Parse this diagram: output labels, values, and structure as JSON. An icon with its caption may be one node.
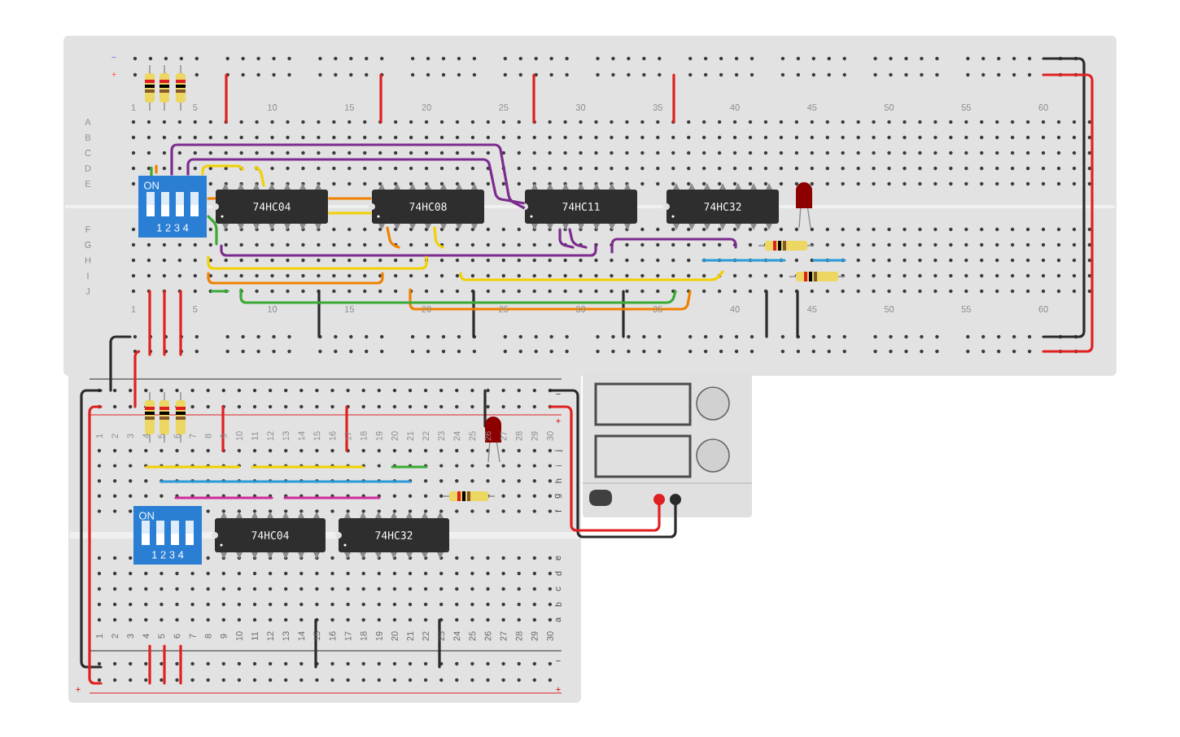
{
  "diagram": {
    "nodes": [
      {
        "text": [
          "ON",
          "1 2 3 4"
        ]
      },
      {
        "text": [
          "74HC04"
        ]
      },
      {
        "text": [
          "74HC08"
        ]
      },
      {
        "text": [
          "74HC11"
        ]
      },
      {
        "text": [
          "74HC32"
        ]
      },
      {
        "text": [
          "ON",
          "1 2 3 4"
        ]
      },
      {
        "text": [
          "74HC04"
        ]
      },
      {
        "text": [
          "74HC32"
        ]
      }
    ],
    "edges": [
      {
        "from": 0,
        "to": 3,
        "arrow": "none",
        "color": "#7b2c8e"
      },
      {
        "from": 0,
        "to": 3,
        "arrow": "none",
        "color": "#7b2c8e"
      },
      {
        "from": 1,
        "to": 2,
        "arrow": "none",
        "color": "#f08000"
      },
      {
        "from": 1,
        "to": 2,
        "arrow": "none",
        "color": "#f2d000"
      }
    ],
    "labels": [
      "−",
      "+",
      "1",
      "5",
      "10",
      "15",
      "20",
      "25",
      "30",
      "35",
      "40",
      "45",
      "50",
      "55",
      "60",
      "A",
      "B",
      "C",
      "D",
      "E",
      "F",
      "G",
      "H",
      "I",
      "J",
      "1",
      "5",
      "10",
      "15",
      "20",
      "25",
      "30",
      "35",
      "40",
      "45",
      "50",
      "55",
      "60",
      "1",
      "2",
      "3",
      "4",
      "5",
      "6",
      "7",
      "8",
      "9",
      "10",
      "11",
      "12",
      "13",
      "14",
      "15",
      "16",
      "17",
      "18",
      "19",
      "20",
      "21",
      "22",
      "23",
      "24",
      "25",
      "26",
      "27",
      "28",
      "29",
      "30",
      "j",
      "i",
      "h",
      "g",
      "f",
      "e",
      "d",
      "c",
      "b",
      "a",
      "1",
      "2",
      "3",
      "4",
      "5",
      "6",
      "7",
      "8",
      "9",
      "10",
      "11",
      "12",
      "13",
      "14",
      "15",
      "16",
      "17",
      "18",
      "19",
      "20",
      "21",
      "22",
      "23",
      "24",
      "25",
      "26",
      "27",
      "28",
      "29",
      "30",
      "−",
      "+",
      "−",
      "+",
      "+"
    ]
  }
}
